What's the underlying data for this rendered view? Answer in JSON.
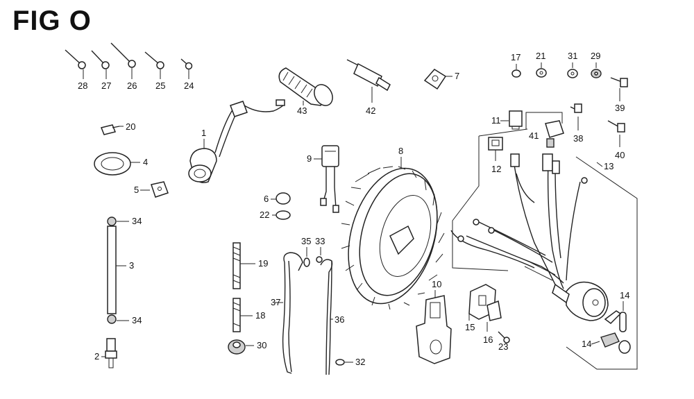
{
  "figure": {
    "title": "FIG O"
  },
  "callouts": {
    "c28": "28",
    "c27": "27",
    "c26": "26",
    "c25": "25",
    "c24": "24",
    "c43": "43",
    "c42": "42",
    "c7": "7",
    "c17": "17",
    "c21": "21",
    "c31": "31",
    "c29": "29",
    "c39": "39",
    "c11": "11",
    "c41": "41",
    "c38": "38",
    "c40": "40",
    "c12": "12",
    "c13": "13",
    "c20": "20",
    "c1": "1",
    "c4": "4",
    "c5": "5",
    "c9": "9",
    "c8": "8",
    "c6": "6",
    "c22": "22",
    "c34a": "34",
    "c3": "3",
    "c34b": "34",
    "c35": "35",
    "c33": "33",
    "c19": "19",
    "c18": "18",
    "c37": "37",
    "c36": "36",
    "c30": "30",
    "c32": "32",
    "c2": "2",
    "c10": "10",
    "c15": "15",
    "c16": "16",
    "c23": "23",
    "c14a": "14",
    "c14b": "14"
  }
}
